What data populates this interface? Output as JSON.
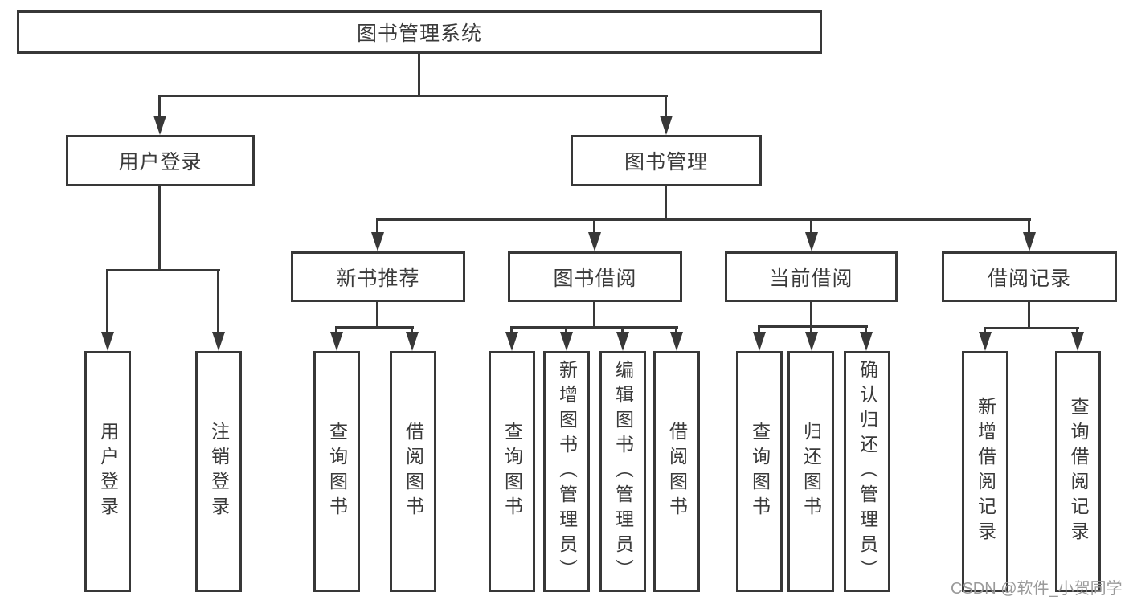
{
  "diagram_title": "图书管理系统",
  "watermark_text": "CSDN @软件_小贺同学",
  "colors": {
    "line": "#383838",
    "box_border": "#383838",
    "text": "#3a3a3a",
    "watermark": "#9a9a9a",
    "background": "#ffffff"
  },
  "chart_data": {
    "type": "table",
    "title": "图书管理系统",
    "hierarchy": {
      "图书管理系统": {
        "用户登录": [
          "用户登录",
          "注销登录"
        ],
        "图书管理": {
          "新书推荐": [
            "查询图书",
            "借阅图书"
          ],
          "图书借阅": [
            "查询图书",
            "新增图书（管理员）",
            "编辑图书（管理员）",
            "借阅图书"
          ],
          "当前借阅": [
            "查询图书",
            "归还图书",
            "确认归还（管理员）"
          ],
          "借阅记录": [
            "新增借阅记录",
            "查询借阅记录"
          ]
        }
      }
    }
  },
  "nodes": {
    "root": {
      "label": "图书管理系统"
    },
    "user_login": {
      "label": "用户登录"
    },
    "book_mgmt": {
      "label": "图书管理"
    },
    "new_book_rec": {
      "label": "新书推荐"
    },
    "book_borrow": {
      "label": "图书借阅"
    },
    "current_borrow": {
      "label": "当前借阅"
    },
    "borrow_records": {
      "label": "借阅记录"
    },
    "leaf_user_login": {
      "label": "用户登录"
    },
    "leaf_logout": {
      "label": "注销登录"
    },
    "leaf_rec_query": {
      "label": "查询图书"
    },
    "leaf_rec_borrow": {
      "label": "借阅图书"
    },
    "leaf_bb_query": {
      "label": "查询图书"
    },
    "leaf_bb_add": {
      "label": "新增图书（管理员）"
    },
    "leaf_bb_edit": {
      "label": "编辑图书（管理员）"
    },
    "leaf_bb_borrow": {
      "label": "借阅图书"
    },
    "leaf_cb_query": {
      "label": "查询图书"
    },
    "leaf_cb_return": {
      "label": "归还图书"
    },
    "leaf_cb_confirm": {
      "label": "确认归还（管理员）"
    },
    "leaf_br_add": {
      "label": "新增借阅记录"
    },
    "leaf_br_query": {
      "label": "查询借阅记录"
    }
  }
}
